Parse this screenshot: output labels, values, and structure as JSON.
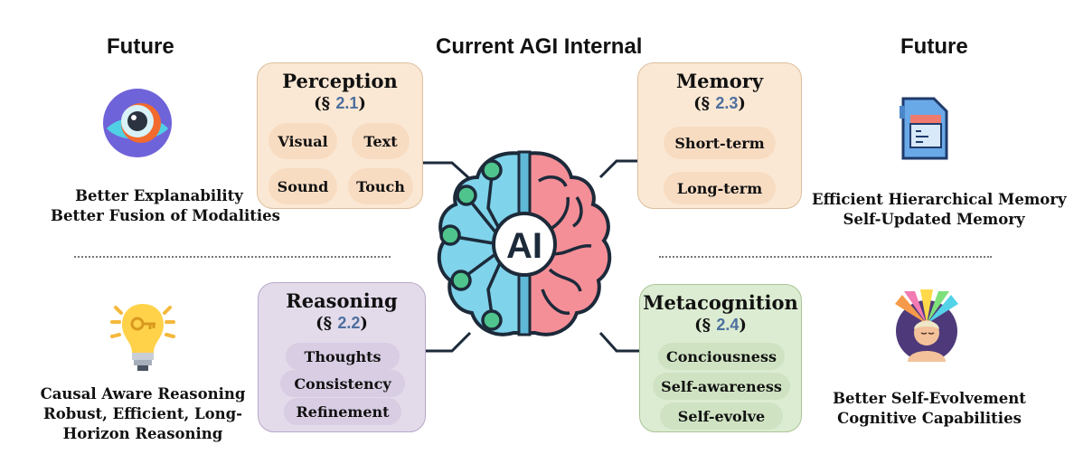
{
  "headers": {
    "left": "Future",
    "center": "Current AGI Internal",
    "right": "Future"
  },
  "brain_label": "AI",
  "perception": {
    "title": "Perception",
    "sec_prefix": "(§ ",
    "sec_num": "2.1",
    "sec_suffix": ")",
    "items": [
      "Visual",
      "Text",
      "Sound",
      "Touch"
    ]
  },
  "memory": {
    "title": "Memory",
    "sec_prefix": "(§ ",
    "sec_num": "2.3",
    "sec_suffix": ")",
    "items": [
      "Short-term",
      "Long-term"
    ]
  },
  "reasoning": {
    "title": "Reasoning",
    "sec_prefix": "(§ ",
    "sec_num": "2.2",
    "sec_suffix": ")",
    "items": [
      "Thoughts",
      "Consistency",
      "Refinement"
    ]
  },
  "metacognition": {
    "title": "Metacognition",
    "sec_prefix": "(§ ",
    "sec_num": "2.4",
    "sec_suffix": ")",
    "items": [
      "Conciousness",
      "Self-awareness",
      "Self-evolve"
    ]
  },
  "captions": {
    "perception_future": [
      "Better Explanability",
      "Better Fusion of Modalities"
    ],
    "memory_future": [
      "Efficient Hierarchical Memory",
      "Self-Updated Memory"
    ],
    "reasoning_future": [
      "Causal Aware Reasoning",
      "Robust, Efficient, Long-",
      "Horizon Reasoning"
    ],
    "meta_future": [
      "Better Self-Evolvement",
      "Cognitive Capabilities"
    ]
  },
  "colors": {
    "brain_left": "#7fd3ea",
    "brain_right": "#f58f97",
    "node": "#4fc48d",
    "outline": "#1c2a3a",
    "perception_bg": "#fbe8d4",
    "reasoning_bg": "#e3dbea",
    "meta_bg": "#dcecd2"
  },
  "icons": [
    "eye-icon",
    "memory-card-icon",
    "lightbulb-key-icon",
    "meditating-person-icon"
  ]
}
